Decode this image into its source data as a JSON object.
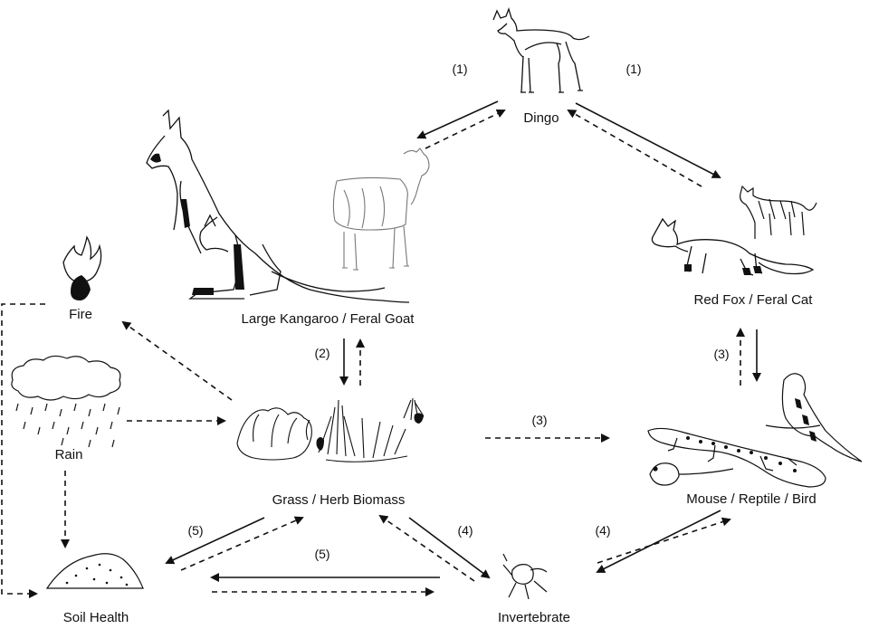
{
  "nodes": {
    "dingo": "Dingo",
    "kangaroo_goat": "Large Kangaroo / Feral Goat",
    "fox_cat": "Red Fox / Feral Cat",
    "fire": "Fire",
    "rain": "Rain",
    "grass": "Grass / Herb Biomass",
    "mouse_reptile_bird": "Mouse / Reptile / Bird",
    "soil": "Soil Health",
    "invertebrate": "Invertebrate"
  },
  "edge_labels": {
    "dingo_kangaroo": "(1)",
    "dingo_fox": "(1)",
    "kangaroo_grass": "(2)",
    "fox_mouse": "(3)",
    "grass_mouse": "(3)",
    "grass_invert": "(4)",
    "invert_mouse": "(4)",
    "soil_grass": "(5)",
    "soil_invert": "(5)"
  },
  "legend": {
    "solid_arrow": "solid",
    "dashed_arrow": "dashed"
  }
}
